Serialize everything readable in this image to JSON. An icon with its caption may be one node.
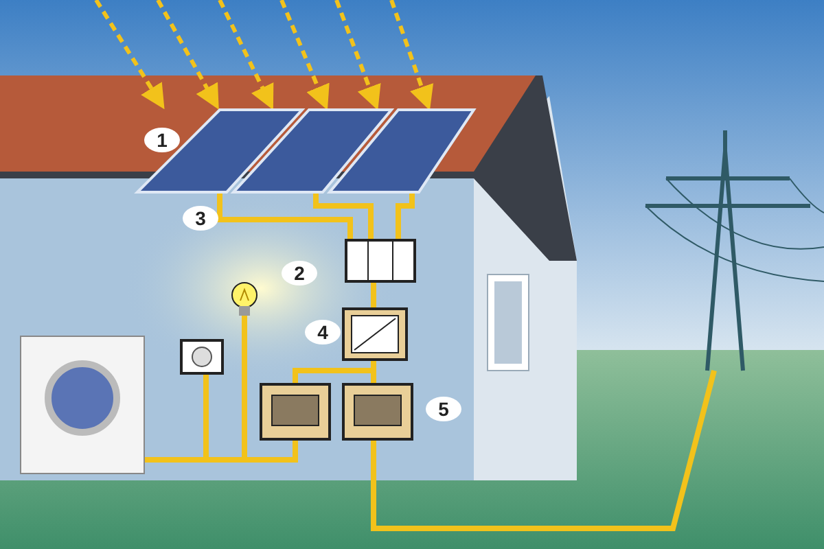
{
  "diagram": {
    "nodes": [
      {
        "text": [],
        "shape": "picture"
      },
      {
        "text": [],
        "shape": "picture"
      },
      {
        "text": [],
        "shape": "picture"
      },
      {
        "text": [],
        "shape": "box"
      },
      {
        "text": [],
        "shape": "box"
      },
      {
        "text": [],
        "shape": "box"
      },
      {
        "text": [],
        "shape": "box"
      },
      {
        "text": [],
        "shape": "circle"
      },
      {
        "text": [],
        "shape": "box"
      },
      {
        "text": [],
        "shape": "picture"
      },
      {
        "text": [],
        "shape": "picture"
      }
    ],
    "edges": [
      {
        "from": 0,
        "to": 3,
        "arrow": "none"
      },
      {
        "from": 1,
        "to": 3,
        "arrow": "none"
      },
      {
        "from": 2,
        "to": 3,
        "arrow": "none"
      },
      {
        "from": 3,
        "to": 4,
        "arrow": "none"
      },
      {
        "from": 4,
        "to": 5,
        "arrow": "none"
      },
      {
        "from": 4,
        "to": 6,
        "arrow": "none"
      },
      {
        "from": 5,
        "to": 9,
        "arrow": "none"
      },
      {
        "from": 5,
        "to": 8,
        "arrow": "none"
      },
      {
        "from": 5,
        "to": 7,
        "arrow": "none"
      },
      {
        "from": 6,
        "to": 10,
        "arrow": "none"
      }
    ],
    "labels": [
      "1",
      "3",
      "2",
      "4",
      "5"
    ]
  }
}
